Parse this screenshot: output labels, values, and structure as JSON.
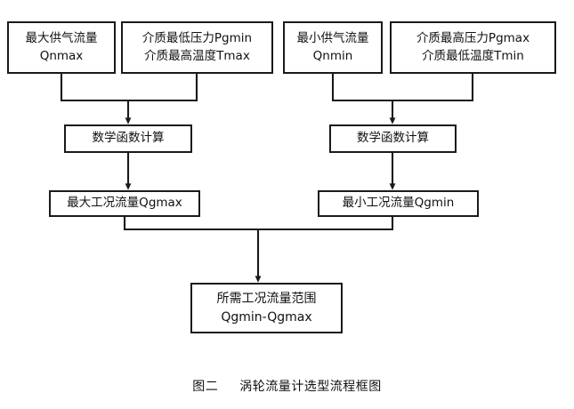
{
  "diagram": {
    "caption_label": "图二",
    "caption_title": "涡轮流量计选型流程框图",
    "nodes": {
      "qnmax": {
        "line_a": "最大供气流量",
        "line_b": "Qnmax"
      },
      "pgmin_tmax": {
        "line_a": "介质最低压力Pgmin",
        "line_b": "介质最高温度Tmax"
      },
      "qnmin": {
        "line_a": "最小供气流量",
        "line_b": "Qnmin"
      },
      "pgmax_tmin": {
        "line_a": "介质最高压力Pgmax",
        "line_b": "介质最低温度Tmin"
      },
      "calc_left": {
        "line_a": "数学函数计算"
      },
      "calc_right": {
        "line_a": "数学函数计算"
      },
      "qgmax": {
        "line_a": "最大工况流量Qgmax"
      },
      "qgmin": {
        "line_a": "最小工况流量Qgmin"
      },
      "range": {
        "line_a": "所需工况流量范围",
        "line_b": "Qgmin-Qgmax"
      }
    },
    "colors": {
      "stroke": "#1a1a1a",
      "fill": "#ffffff",
      "text": "#111111",
      "background": "#ffffff"
    }
  },
  "chart_data": {
    "type": "diagram",
    "title": "涡轮流量计选型流程框图",
    "nodes": [
      {
        "id": "qnmax",
        "text": "最大供气流量 Qnmax",
        "row": 1,
        "col": 1
      },
      {
        "id": "pgmin_tmax",
        "text": "介质最低压力Pgmin 介质最高温度Tmax",
        "row": 1,
        "col": 2
      },
      {
        "id": "qnmin",
        "text": "最小供气流量 Qnmin",
        "row": 1,
        "col": 3
      },
      {
        "id": "pgmax_tmin",
        "text": "介质最高压力Pgmax 介质最低温度Tmin",
        "row": 1,
        "col": 4
      },
      {
        "id": "calc_left",
        "text": "数学函数计算",
        "row": 2,
        "col": 1
      },
      {
        "id": "calc_right",
        "text": "数学函数计算",
        "row": 2,
        "col": 2
      },
      {
        "id": "qgmax",
        "text": "最大工况流量Qgmax",
        "row": 3,
        "col": 1
      },
      {
        "id": "qgmin",
        "text": "最小工况流量Qgmin",
        "row": 3,
        "col": 2
      },
      {
        "id": "range",
        "text": "所需工况流量范围 Qgmin-Qgmax",
        "row": 4,
        "col": 1
      }
    ],
    "edges": [
      {
        "from": "qnmax",
        "to": "calc_left",
        "style": "merge-arrow"
      },
      {
        "from": "pgmin_tmax",
        "to": "calc_left",
        "style": "merge-arrow"
      },
      {
        "from": "qnmin",
        "to": "calc_right",
        "style": "merge-arrow"
      },
      {
        "from": "pgmax_tmin",
        "to": "calc_right",
        "style": "merge-arrow"
      },
      {
        "from": "calc_left",
        "to": "qgmax",
        "style": "arrow"
      },
      {
        "from": "calc_right",
        "to": "qgmin",
        "style": "arrow"
      },
      {
        "from": "qgmax",
        "to": "range",
        "style": "merge-arrow"
      },
      {
        "from": "qgmin",
        "to": "range",
        "style": "merge-arrow"
      }
    ]
  }
}
